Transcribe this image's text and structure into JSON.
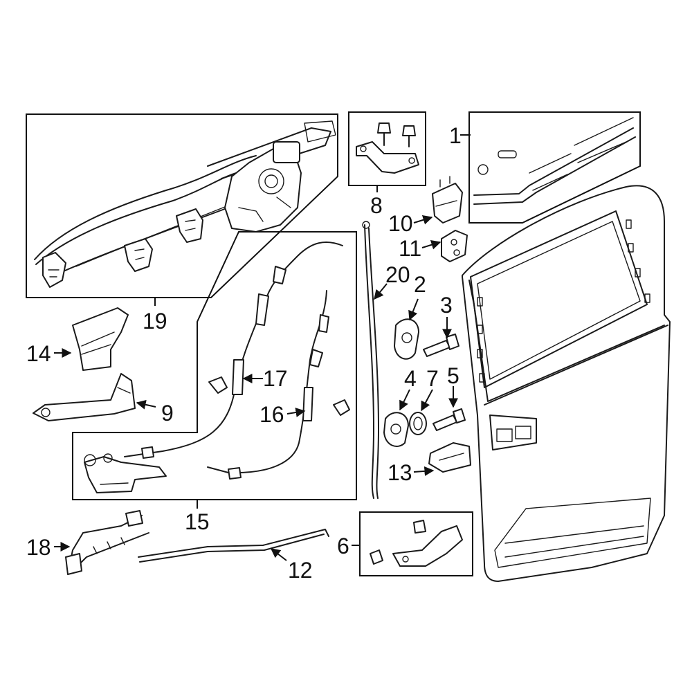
{
  "diagram": {
    "colors": {
      "line": "#1a1a1a",
      "background": "#ffffff"
    },
    "callouts": [
      {
        "id": "c1",
        "number": "1"
      },
      {
        "id": "c2",
        "number": "2"
      },
      {
        "id": "c3",
        "number": "3"
      },
      {
        "id": "c4",
        "number": "4"
      },
      {
        "id": "c5",
        "number": "5"
      },
      {
        "id": "c6",
        "number": "6"
      },
      {
        "id": "c7",
        "number": "7"
      },
      {
        "id": "c8",
        "number": "8"
      },
      {
        "id": "c9",
        "number": "9"
      },
      {
        "id": "c10",
        "number": "10"
      },
      {
        "id": "c11",
        "number": "11"
      },
      {
        "id": "c12",
        "number": "12"
      },
      {
        "id": "c13",
        "number": "13"
      },
      {
        "id": "c14",
        "number": "14"
      },
      {
        "id": "c15",
        "number": "15"
      },
      {
        "id": "c16",
        "number": "16"
      },
      {
        "id": "c17",
        "number": "17"
      },
      {
        "id": "c18",
        "number": "18"
      },
      {
        "id": "c19",
        "number": "19"
      },
      {
        "id": "c20",
        "number": "20"
      }
    ]
  }
}
